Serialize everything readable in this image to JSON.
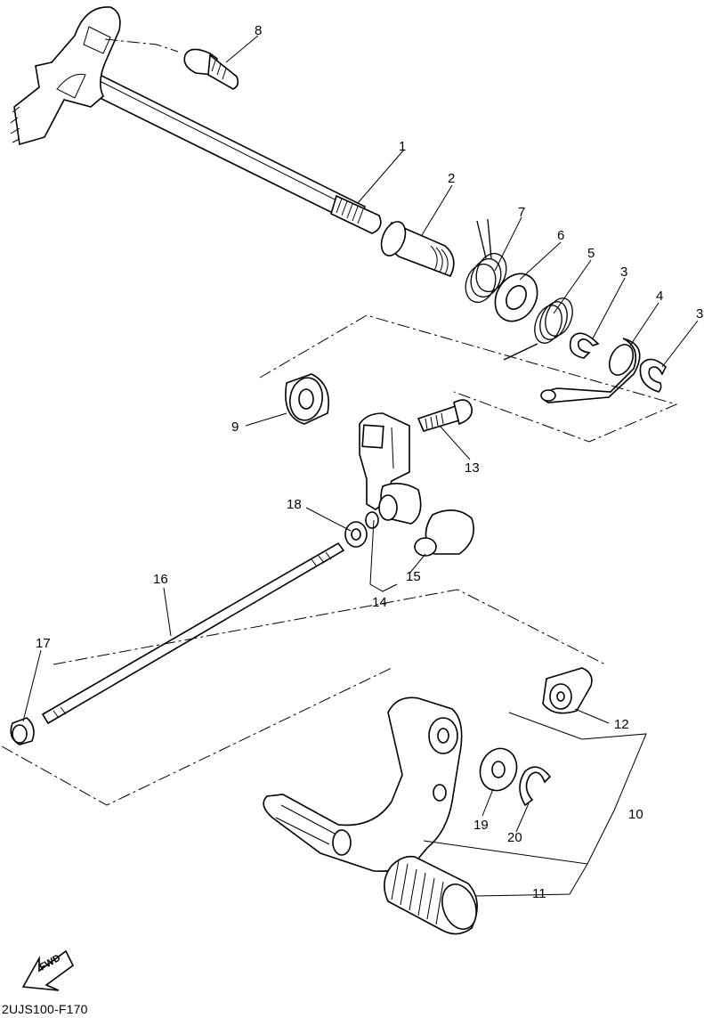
{
  "diagram": {
    "callouts": [
      {
        "id": "c1",
        "label": "1"
      },
      {
        "id": "c2",
        "label": "2"
      },
      {
        "id": "c3a",
        "label": "3"
      },
      {
        "id": "c3b",
        "label": "3"
      },
      {
        "id": "c4",
        "label": "4"
      },
      {
        "id": "c5",
        "label": "5"
      },
      {
        "id": "c6",
        "label": "6"
      },
      {
        "id": "c7",
        "label": "7"
      },
      {
        "id": "c8",
        "label": "8"
      },
      {
        "id": "c9",
        "label": "9"
      },
      {
        "id": "c10",
        "label": "10"
      },
      {
        "id": "c11",
        "label": "11"
      },
      {
        "id": "c12",
        "label": "12"
      },
      {
        "id": "c13",
        "label": "13"
      },
      {
        "id": "c14",
        "label": "14"
      },
      {
        "id": "c15",
        "label": "15"
      },
      {
        "id": "c16",
        "label": "16"
      },
      {
        "id": "c17",
        "label": "17"
      },
      {
        "id": "c18",
        "label": "18"
      },
      {
        "id": "c19",
        "label": "19"
      },
      {
        "id": "c20",
        "label": "20"
      }
    ],
    "direction_label": "FWD",
    "drawing_code": "2UJS100-F170"
  }
}
